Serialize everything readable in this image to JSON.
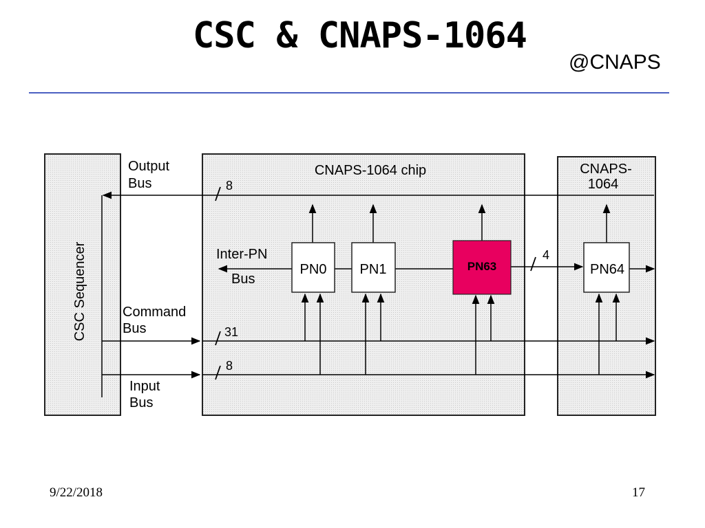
{
  "slide": {
    "title": "CSC & CNAPS-1064",
    "subtitle": "@CNAPS",
    "footer_date": "9/22/2018",
    "footer_page": "17"
  },
  "diagram": {
    "sequencer_label": "CSC Sequencer",
    "chip_label": "CNAPS-1064 chip",
    "next_chip_label_line1": "CNAPS-",
    "next_chip_label_line2": "1064",
    "output_bus_line1": "Output",
    "output_bus_line2": "Bus",
    "command_bus_line1": "Command",
    "command_bus_line2": "Bus",
    "input_bus_line1": "Input",
    "input_bus_line2": "Bus",
    "inter_pn_line1": "Inter-PN",
    "inter_pn_line2": "Bus",
    "output_bus_width": "8",
    "command_bus_width": "31",
    "input_bus_width": "8",
    "inter_pn_width": "4",
    "pn0": "PN0",
    "pn1": "PN1",
    "pn63": "PN63",
    "pn64": "PN64"
  },
  "colors": {
    "highlight": "#e8005f",
    "title_rule": "#4a5fc1",
    "box_fill": "#ececec"
  }
}
